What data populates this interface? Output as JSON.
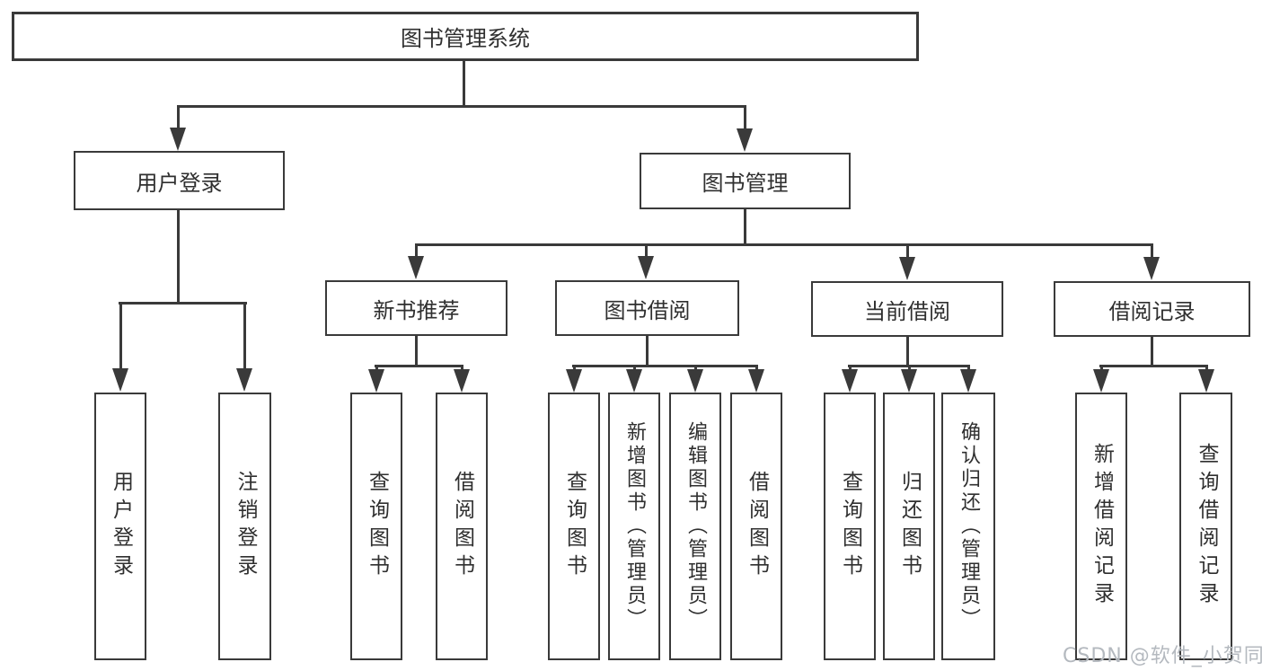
{
  "tree": {
    "root": "图书管理系统",
    "children": [
      {
        "label": "用户登录",
        "children": [
          "用户登录",
          "注销登录"
        ]
      },
      {
        "label": "图书管理",
        "children": [
          {
            "label": "新书推荐",
            "children": [
              "查询图书",
              "借阅图书"
            ]
          },
          {
            "label": "图书借阅",
            "children": [
              "查询图书",
              "新增图书（管理员）",
              "编辑图书（管理员）",
              "借阅图书"
            ]
          },
          {
            "label": "当前借阅",
            "children": [
              "查询图书",
              "归还图书",
              "确认归还（管理员）"
            ]
          },
          {
            "label": "借阅记录",
            "children": [
              "新增借阅记录",
              "查询借阅记录"
            ]
          }
        ]
      }
    ]
  },
  "watermark": {
    "text": "CSDN @软件_小贺同学"
  },
  "colors": {
    "line": "#3a3a3a",
    "text": "#2f2f2f",
    "watermark": "#b4b9bf",
    "background": "#ffffff"
  }
}
